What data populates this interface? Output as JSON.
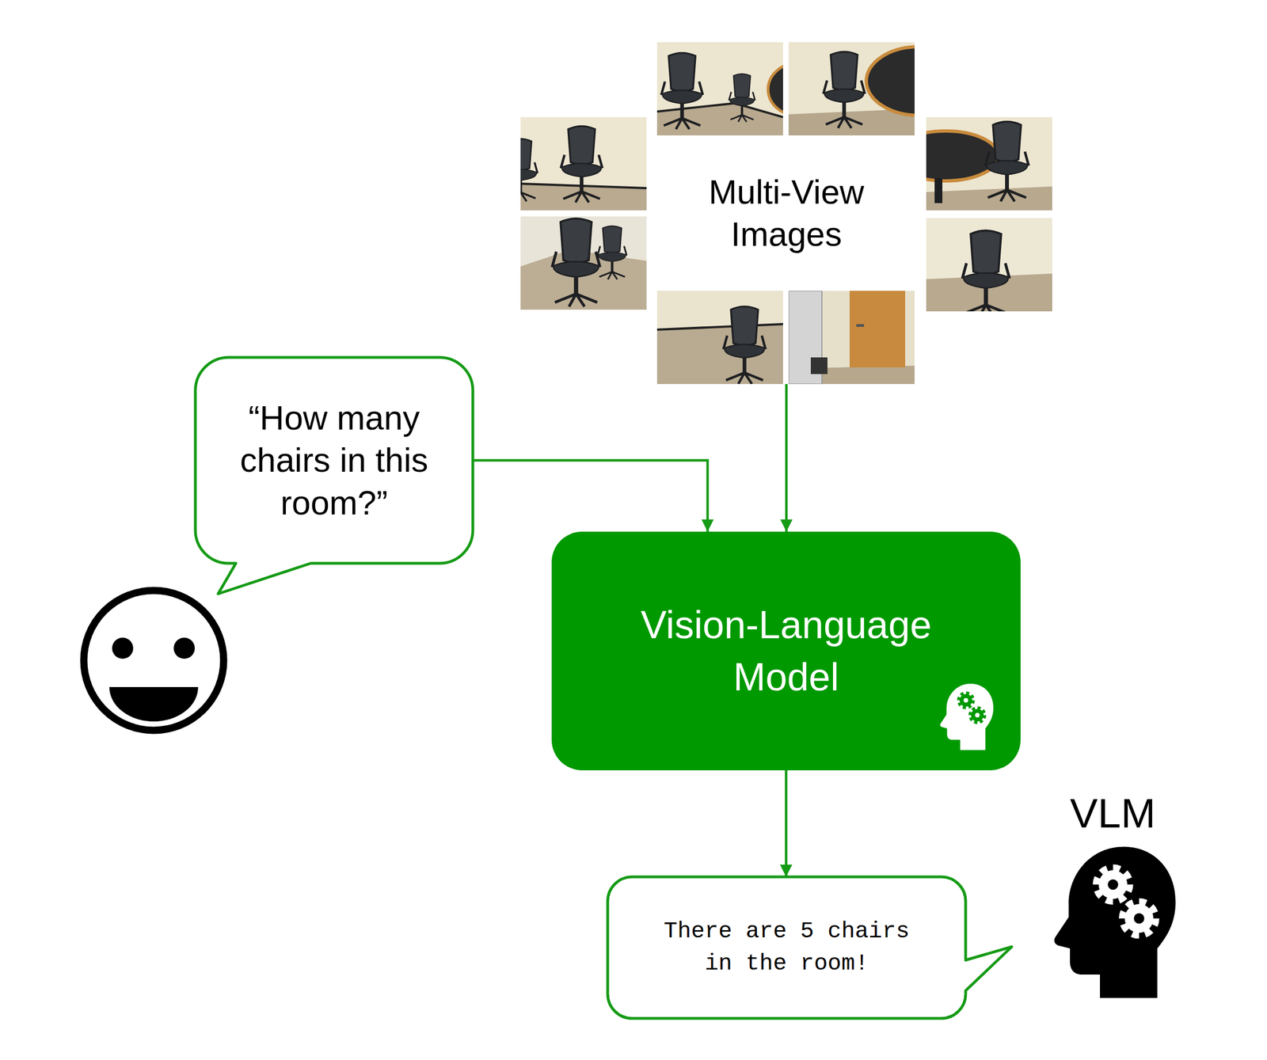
{
  "diagram": {
    "nodes": [
      {
        "text": [
          "Multi-View Images"
        ]
      },
      {
        "text": [
          "“How many chairs in this room?”"
        ]
      },
      {
        "text": [
          "Vision-Language Model"
        ]
      },
      {
        "text": [
          "There are 5 chairs in the room!"
        ]
      }
    ],
    "edges": [
      {
        "from": 0,
        "to": 2,
        "arrow": "to"
      },
      {
        "from": 1,
        "to": 2,
        "arrow": "to"
      },
      {
        "from": 2,
        "to": 3,
        "arrow": "to"
      }
    ],
    "labels": [
      "VLM"
    ]
  }
}
